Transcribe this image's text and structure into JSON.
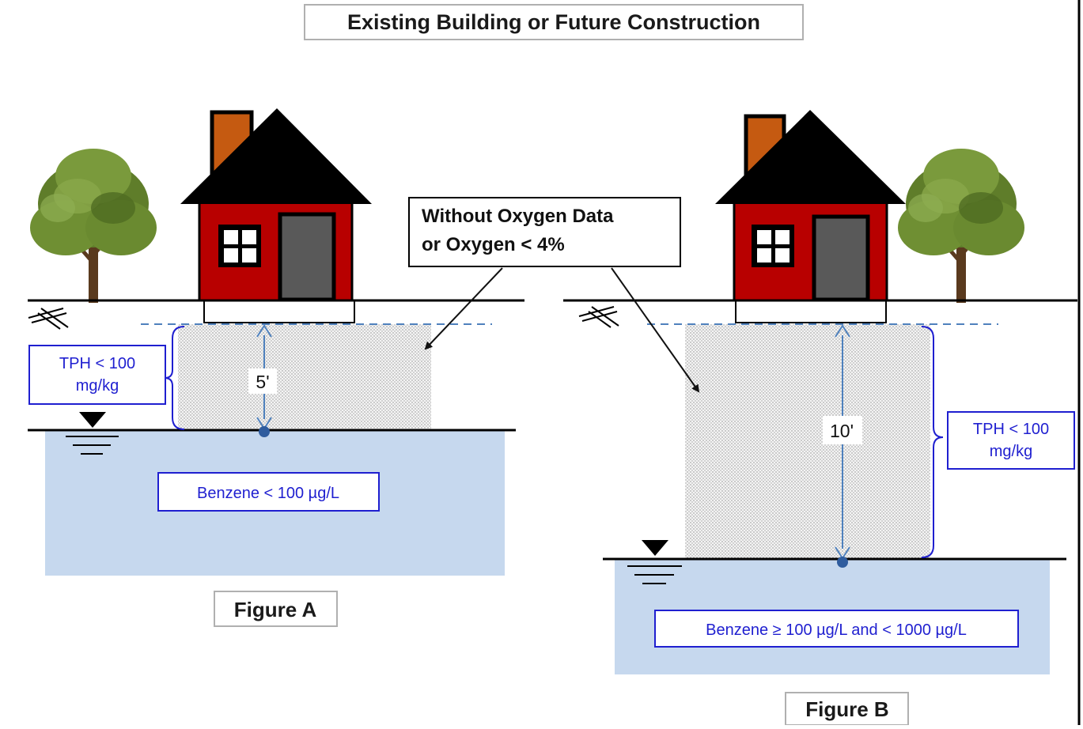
{
  "title": "Existing Building or Future Construction",
  "callout": {
    "line1": "Without Oxygen Data",
    "line2": "or Oxygen < 4%"
  },
  "figure_a": {
    "label": "Figure A",
    "tph_line1": "TPH < 100",
    "tph_line2": "mg/kg",
    "depth": "5'",
    "benzene": "Benzene < 100 µg/L"
  },
  "figure_b": {
    "label": "Figure B",
    "tph_line1": "TPH < 100",
    "tph_line2": "mg/kg",
    "depth": "10'",
    "benzene": "Benzene ≥ 100 µg/L and < 1000 µg/L"
  },
  "colors": {
    "groundwater": "#c6d8ee",
    "house_wall": "#b80000",
    "roof": "#000000",
    "chimney": "#c55a11",
    "door": "#595959",
    "label_blue": "#1f1fd0",
    "dashed_line": "#4f81bd",
    "arrow_blue": "#4f81bd"
  }
}
